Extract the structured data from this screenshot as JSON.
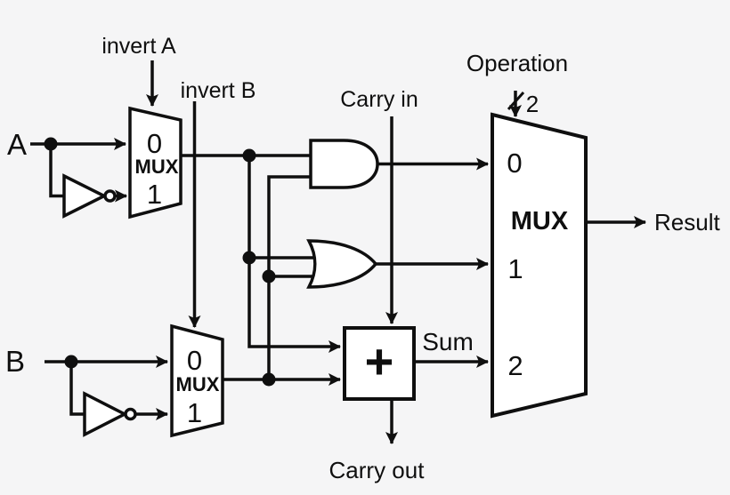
{
  "colors": {
    "background": "#f5f5f6",
    "stroke": "#0f0f0f",
    "shape_fill": "#ffffff"
  },
  "inputs": {
    "a": "A",
    "b": "B"
  },
  "controls": {
    "invert_a": "invert A",
    "invert_b": "invert B",
    "carry_in": "Carry in",
    "operation": "Operation",
    "operation_bus_width": "2"
  },
  "outputs": {
    "sum": "Sum",
    "carry_out": "Carry out",
    "result": "Result"
  },
  "adder": {
    "symbol": "+"
  },
  "mux_a": {
    "name": "MUX",
    "in0": "0",
    "in1": "1"
  },
  "mux_b": {
    "name": "MUX",
    "in0": "0",
    "in1": "1"
  },
  "result_mux": {
    "name": "MUX",
    "in0": "0",
    "in1": "1",
    "in2": "2"
  }
}
